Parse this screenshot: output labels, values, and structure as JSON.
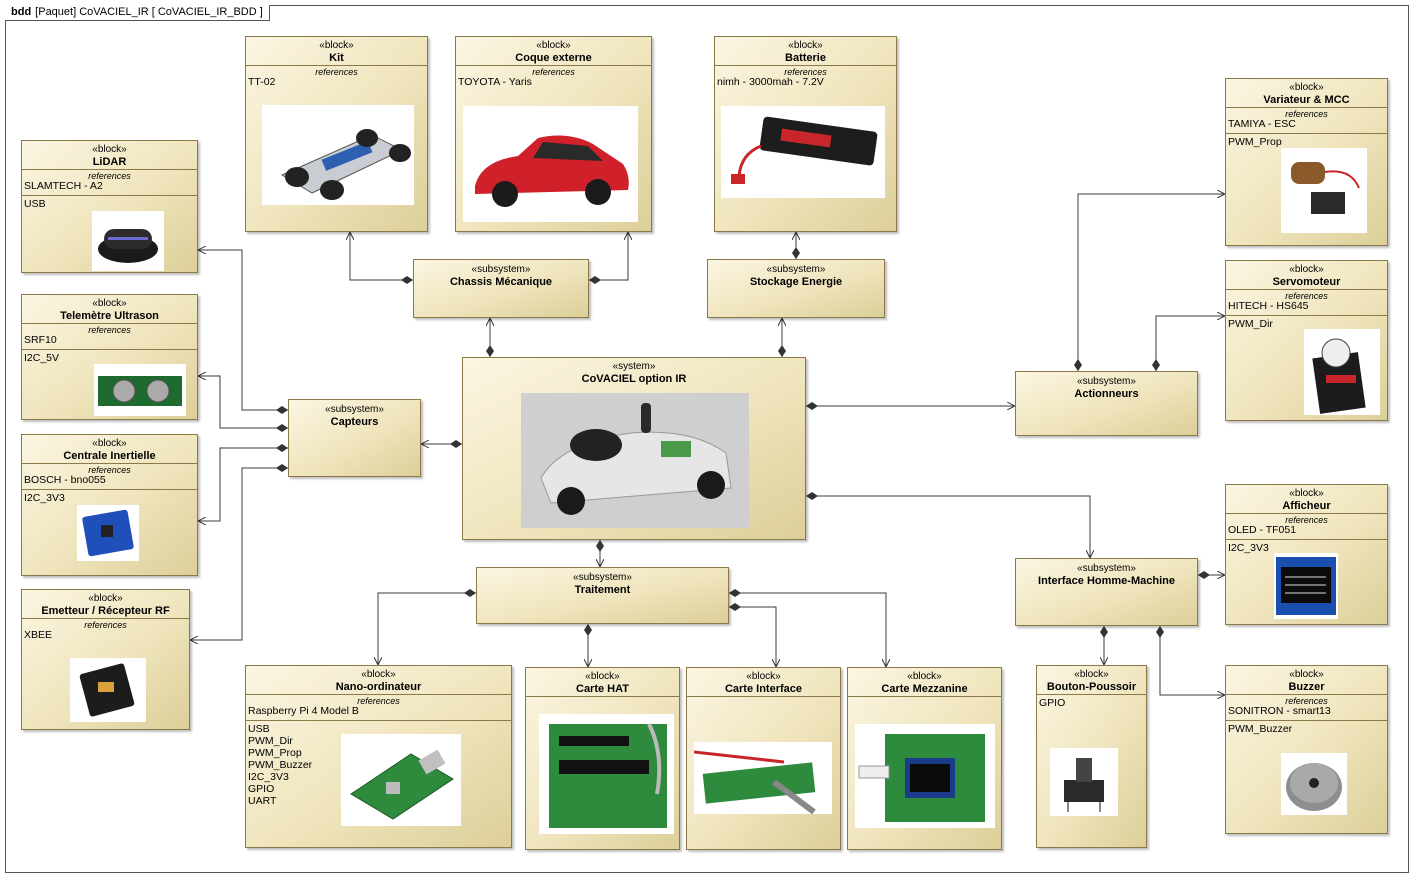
{
  "diagram": {
    "kind": "bdd",
    "frame_label": "[Paquet] CoVACIEL_IR [ CoVACIEL_IR_BDD ]"
  },
  "stereotypes": {
    "block": "«block»",
    "subsystem": "«subsystem»",
    "system": "«system»"
  },
  "references_label": "references",
  "system": {
    "name": "CoVACIEL option IR"
  },
  "subsystems": {
    "chassis": {
      "name": "Chassis Mécanique"
    },
    "energie": {
      "name": "Stockage Energie"
    },
    "capteurs": {
      "name": "Capteurs"
    },
    "actionneurs": {
      "name": "Actionneurs"
    },
    "traitement": {
      "name": "Traitement"
    },
    "ihm": {
      "name": "Interface Homme-Machine"
    }
  },
  "blocks": {
    "kit": {
      "name": "Kit",
      "reference": "TT-02"
    },
    "coque": {
      "name": "Coque externe",
      "reference": "TOYOTA - Yaris"
    },
    "batterie": {
      "name": "Batterie",
      "reference": "nimh - 3000mah - 7.2V"
    },
    "lidar": {
      "name": "LiDAR",
      "reference": "SLAMTECH - A2",
      "ports": [
        "USB"
      ]
    },
    "ultrason": {
      "name": "Telemètre Ultrason",
      "reference": "SRF10",
      "ports": [
        "I2C_5V"
      ]
    },
    "inertielle": {
      "name": "Centrale Inertielle",
      "reference": "BOSCH - bno055",
      "ports": [
        "I2C_3V3"
      ]
    },
    "rf": {
      "name": "Emetteur / Récepteur RF",
      "reference": "XBEE"
    },
    "variateur": {
      "name": "Variateur & MCC",
      "reference": "TAMIYA - ESC",
      "ports": [
        "PWM_Prop"
      ]
    },
    "servo": {
      "name": "Servomoteur",
      "reference": "HITECH - HS645",
      "ports": [
        "PWM_Dir"
      ]
    },
    "afficheur": {
      "name": "Afficheur",
      "reference": "OLED - TF051",
      "ports": [
        "I2C_3V3"
      ]
    },
    "buzzer": {
      "name": "Buzzer",
      "reference": "SONITRON - smart13",
      "ports": [
        "PWM_Buzzer"
      ]
    },
    "bouton": {
      "name": "Bouton-Poussoir",
      "ports": [
        "GPIO"
      ]
    },
    "nano": {
      "name": "Nano-ordinateur",
      "reference": "Raspberry Pi 4 Model B",
      "ports": [
        "USB",
        "PWM_Dir",
        "PWM_Prop",
        "PWM_Buzzer",
        "I2C_3V3",
        "GPIO",
        "UART"
      ]
    },
    "hat": {
      "name": "Carte HAT"
    },
    "interface": {
      "name": "Carte Interface"
    },
    "mezzanine": {
      "name": "Carte Mezzanine"
    }
  },
  "colors": {
    "block_fill": "#efe4bc",
    "block_border": "#8a7a4a",
    "wire": "#3a3a3a"
  }
}
